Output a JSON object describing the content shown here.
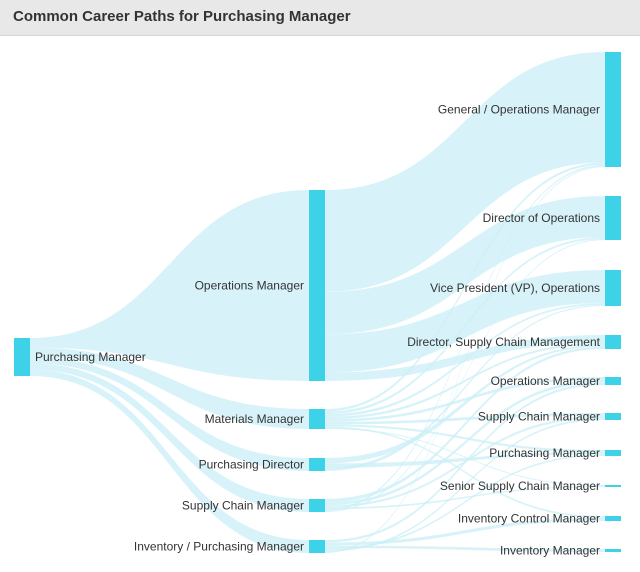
{
  "page": {
    "title": "Common Career Paths for Purchasing Manager"
  },
  "colors": {
    "node": "#3dd2e8",
    "link": "#c9eff7",
    "text": "#333333",
    "header_bg": "#e8e8e8"
  },
  "chart_data": {
    "type": "sankey",
    "nodes": [
      {
        "id": "purchasing-manager",
        "label": "Purchasing Manager",
        "column": 0
      },
      {
        "id": "operations-manager",
        "label": "Operations Manager",
        "column": 1
      },
      {
        "id": "materials-manager",
        "label": "Materials Manager",
        "column": 1
      },
      {
        "id": "purchasing-director",
        "label": "Purchasing Director",
        "column": 1
      },
      {
        "id": "supply-chain-manager",
        "label": "Supply Chain Manager",
        "column": 1
      },
      {
        "id": "inventory-purchasing-manager",
        "label": "Inventory / Purchasing Manager",
        "column": 1
      },
      {
        "id": "general-operations-manager",
        "label": "General / Operations Manager",
        "column": 2
      },
      {
        "id": "director-of-operations",
        "label": "Director of Operations",
        "column": 2
      },
      {
        "id": "vp-operations",
        "label": "Vice President (VP), Operations",
        "column": 2
      },
      {
        "id": "director-supply-chain-management",
        "label": "Director, Supply Chain Management",
        "column": 2
      },
      {
        "id": "operations-manager-2",
        "label": "Operations Manager",
        "column": 2
      },
      {
        "id": "supply-chain-manager-2",
        "label": "Supply Chain Manager",
        "column": 2
      },
      {
        "id": "purchasing-manager-2",
        "label": "Purchasing Manager",
        "column": 2
      },
      {
        "id": "senior-supply-chain-manager",
        "label": "Senior Supply Chain Manager",
        "column": 2
      },
      {
        "id": "inventory-control-manager",
        "label": "Inventory Control Manager",
        "column": 2
      },
      {
        "id": "inventory-manager",
        "label": "Inventory Manager",
        "column": 2
      }
    ],
    "links": [
      {
        "source": "purchasing-manager",
        "target": "operations-manager",
        "value": 3
      },
      {
        "source": "purchasing-manager",
        "target": "materials-manager",
        "value": 3
      },
      {
        "source": "purchasing-manager",
        "target": "purchasing-director",
        "value": 2
      },
      {
        "source": "purchasing-manager",
        "target": "supply-chain-manager",
        "value": 2
      },
      {
        "source": "purchasing-manager",
        "target": "inventory-purchasing-manager",
        "value": 2
      },
      {
        "source": "operations-manager",
        "target": "general-operations-manager",
        "value": 24
      },
      {
        "source": "operations-manager",
        "target": "director-of-operations",
        "value": 10
      },
      {
        "source": "operations-manager",
        "target": "vp-operations",
        "value": 9
      },
      {
        "source": "operations-manager",
        "target": "director-supply-chain-management",
        "value": 2
      },
      {
        "source": "materials-manager",
        "target": "general-operations-manager",
        "value": 0.5
      },
      {
        "source": "materials-manager",
        "target": "director-of-operations",
        "value": 0.5
      },
      {
        "source": "materials-manager",
        "target": "vp-operations",
        "value": 0.5
      },
      {
        "source": "materials-manager",
        "target": "director-supply-chain-management",
        "value": 0.5
      },
      {
        "source": "materials-manager",
        "target": "operations-manager-2",
        "value": 0.5
      },
      {
        "source": "materials-manager",
        "target": "supply-chain-manager-2",
        "value": 0.5
      },
      {
        "source": "materials-manager",
        "target": "purchasing-manager-2",
        "value": 0.4
      },
      {
        "source": "materials-manager",
        "target": "inventory-control-manager",
        "value": 0.3
      },
      {
        "source": "materials-manager",
        "target": "senior-supply-chain-manager",
        "value": 0.2
      },
      {
        "source": "purchasing-director",
        "target": "director-supply-chain-management",
        "value": 0.5
      },
      {
        "source": "purchasing-director",
        "target": "purchasing-manager-2",
        "value": 0.4
      },
      {
        "source": "purchasing-director",
        "target": "vp-operations",
        "value": 0.3
      },
      {
        "source": "supply-chain-manager",
        "target": "director-supply-chain-management",
        "value": 0.6
      },
      {
        "source": "supply-chain-manager",
        "target": "operations-manager-2",
        "value": 0.5
      },
      {
        "source": "supply-chain-manager",
        "target": "supply-chain-manager-2",
        "value": 0.4
      },
      {
        "source": "supply-chain-manager",
        "target": "senior-supply-chain-manager",
        "value": 0.3
      },
      {
        "source": "supply-chain-manager",
        "target": "general-operations-manager",
        "value": 0.3
      },
      {
        "source": "supply-chain-manager",
        "target": "director-of-operations",
        "value": 0.2
      },
      {
        "source": "inventory-purchasing-manager",
        "target": "operations-manager-2",
        "value": 0.4
      },
      {
        "source": "inventory-purchasing-manager",
        "target": "inventory-control-manager",
        "value": 0.5
      },
      {
        "source": "inventory-purchasing-manager",
        "target": "inventory-manager",
        "value": 0.4
      },
      {
        "source": "inventory-purchasing-manager",
        "target": "purchasing-manager-2",
        "value": 0.3
      },
      {
        "source": "inventory-purchasing-manager",
        "target": "supply-chain-manager-2",
        "value": 0.3
      },
      {
        "source": "inventory-purchasing-manager",
        "target": "general-operations-manager",
        "value": 0.2
      }
    ]
  }
}
